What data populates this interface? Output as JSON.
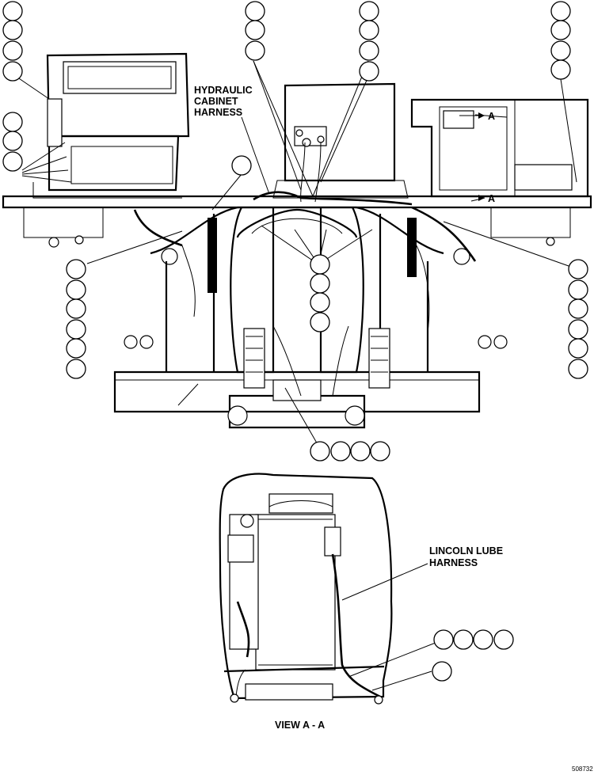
{
  "labels": {
    "hydraulic_line1": "HYDRAULIC",
    "hydraulic_line2": "CABINET",
    "hydraulic_line3": "HARNESS",
    "lincoln_line1": "LINCOLN LUBE",
    "lincoln_line2": "HARNESS",
    "view_title": "VIEW A - A",
    "section_marker": "A",
    "drawing_number": "508732"
  },
  "callout_count": 49
}
